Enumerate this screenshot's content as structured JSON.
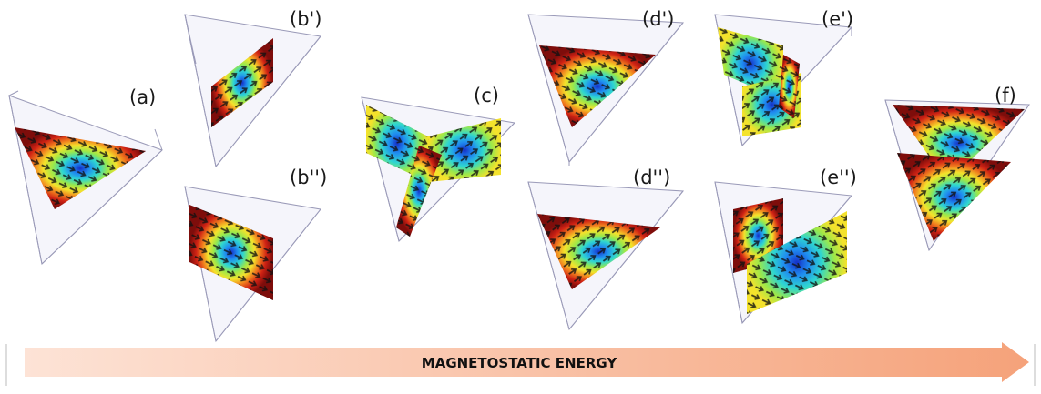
{
  "panels": [
    {
      "id": "a",
      "label": "(a)"
    },
    {
      "id": "b1",
      "label": "(b')"
    },
    {
      "id": "b2",
      "label": "(b'')"
    },
    {
      "id": "c",
      "label": "(c)"
    },
    {
      "id": "d1",
      "label": "(d')"
    },
    {
      "id": "d2",
      "label": "(d'')"
    },
    {
      "id": "e1",
      "label": "(e')"
    },
    {
      "id": "e2",
      "label": "(e'')"
    },
    {
      "id": "f",
      "label": "(f)"
    }
  ],
  "energy_arrow": {
    "label": "MAGNETOSTATIC ENERGY",
    "color_start": "#fde3d6",
    "color_end": "#f5a27a"
  },
  "colors": {
    "prism_face": "#e9e9f7",
    "prism_edge": "#9a9ab8",
    "vortex_core": "#1e5fe0",
    "vortex_ring": "#e8301c",
    "arrow_glyph": "#111111"
  }
}
